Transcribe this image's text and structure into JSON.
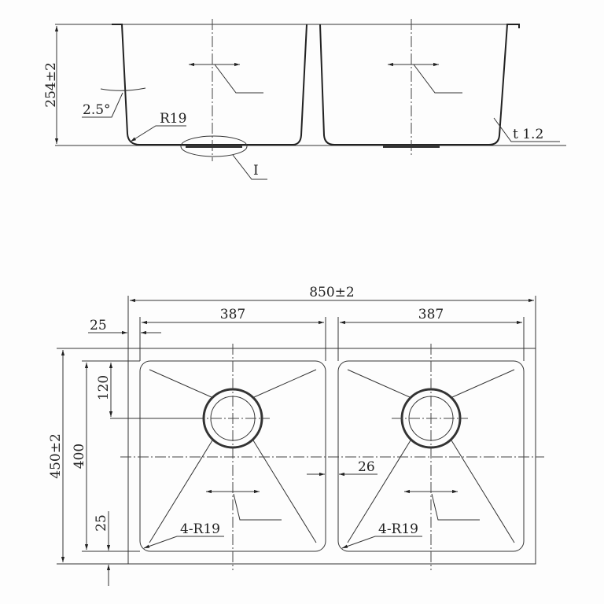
{
  "section_view": {
    "height_dim": "254±2",
    "wall_angle": "2.5°",
    "corner_radius": "R19",
    "detail_label": "I",
    "thickness": "t 1.2"
  },
  "plan_view": {
    "overall_width": "850±2",
    "bowl_width_left": "387",
    "bowl_width_right": "387",
    "rim_margin": "25",
    "divider_width": "26",
    "overall_depth": "450±2",
    "bowl_depth": "400",
    "drain_offset": "120",
    "bottom_margin": "25",
    "corner_radius_left": "4-R19",
    "corner_radius_right": "4-R19"
  },
  "colors": {
    "line": "#222222",
    "background": "#fdfdfd"
  }
}
